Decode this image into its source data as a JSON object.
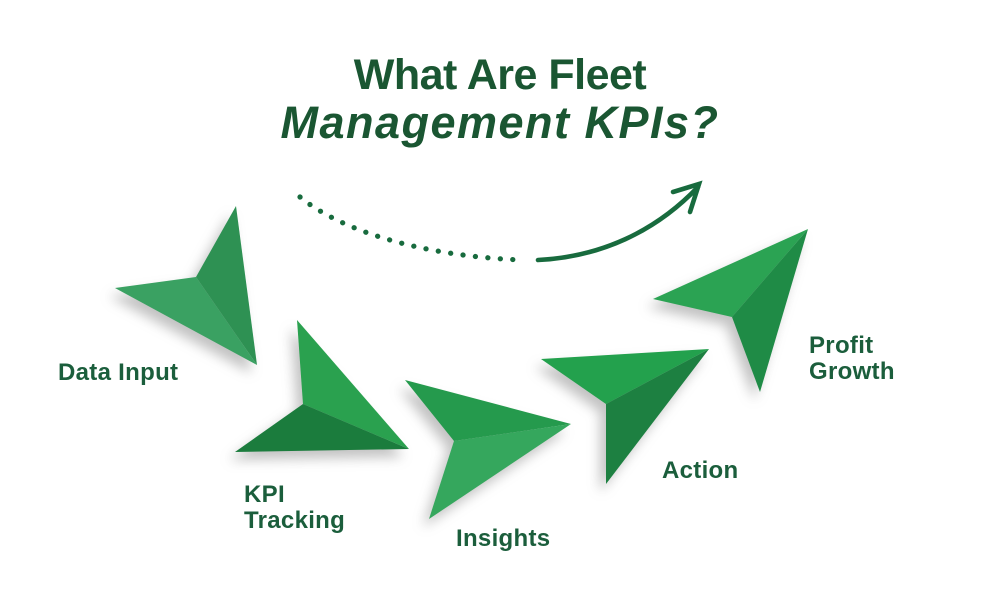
{
  "title": {
    "line1": "What Are Fleet",
    "line2": "Management KPIs?"
  },
  "steps": [
    {
      "label": "Data Input",
      "arrow_light": "#3AA162",
      "arrow_dark": "#2E9153"
    },
    {
      "label": "KPI\nTracking",
      "arrow_light": "#2AA14F",
      "arrow_dark": "#1B7C3D"
    },
    {
      "label": "Insights",
      "arrow_light": "#35A75D",
      "arrow_dark": "#259A4D"
    },
    {
      "label": "Action",
      "arrow_light": "#23A14D",
      "arrow_dark": "#1D8041"
    },
    {
      "label": "Profit\nGrowth",
      "arrow_light": "#2BA353",
      "arrow_dark": "#1F8B46"
    }
  ],
  "colors": {
    "title_text": "#1A5632",
    "label_text": "#1B5E3C",
    "curve_arrow": "#186B3E",
    "background": "#FFFFFF"
  }
}
